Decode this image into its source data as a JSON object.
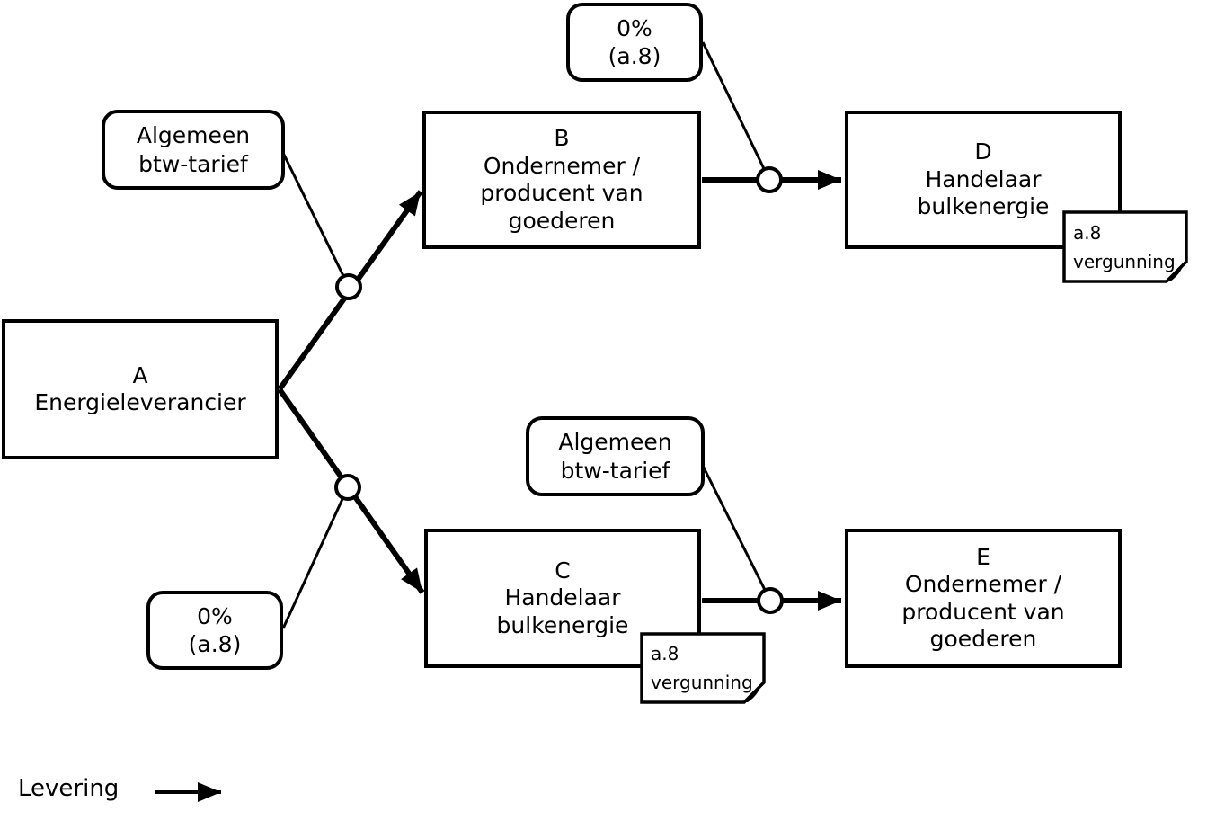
{
  "nodes": {
    "a": {
      "text": "A\nEnergieleverancier"
    },
    "b": {
      "text": "B\nOndernemer /\nproducent van\ngoederen"
    },
    "c": {
      "text": "C\nHandelaar\nbulkenergie"
    },
    "d": {
      "text": "D\nHandelaar\nbulkenergie"
    },
    "e": {
      "text": "E\nOndernemer /\nproducent van\ngoederen"
    }
  },
  "tariff_labels": {
    "general_top": {
      "text": "Algemeen\nbtw-tarief"
    },
    "zero_top": {
      "text": "0%\n(a.8)"
    },
    "general_bottom": {
      "text": "Algemeen\nbtw-tarief"
    },
    "zero_bottom": {
      "text": "0%\n(a.8)"
    }
  },
  "notes": {
    "d": {
      "line1": "a.8",
      "line2": "vergunning"
    },
    "c": {
      "line1": "a.8",
      "line2": "vergunning"
    }
  },
  "legend": {
    "label": "Levering"
  },
  "colors": {
    "ink": "#000000",
    "background": "#ffffff"
  }
}
